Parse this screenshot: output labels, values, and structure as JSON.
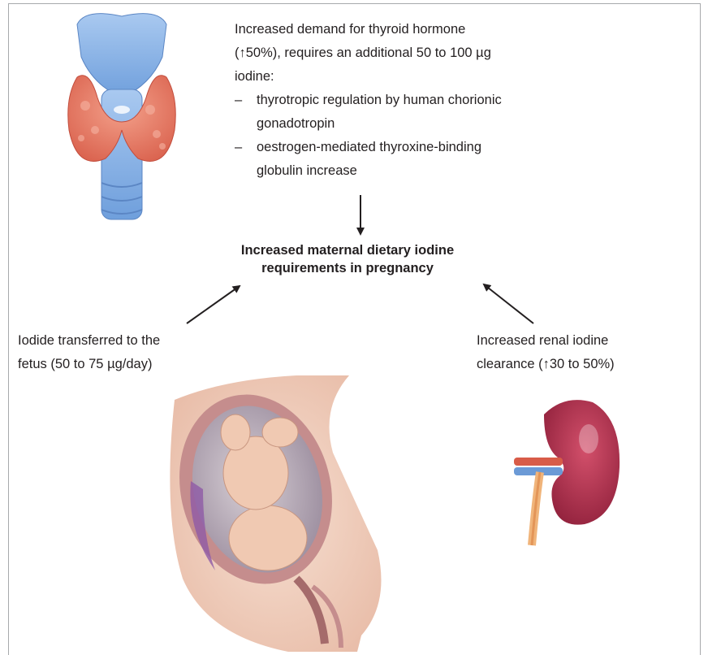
{
  "top_text": {
    "line1": "Increased demand for thyroid hormone",
    "line2": "(↑50%), requires an additional 50 to 100 µg",
    "line3": "iodine:",
    "bullets": [
      {
        "dash": "–",
        "line1": "thyrotropic regulation by human chorionic",
        "line2": "gonadotropin"
      },
      {
        "dash": "–",
        "line1": "oestrogen-mediated thyroxine-binding",
        "line2": "globulin increase"
      }
    ]
  },
  "center": {
    "line1": "Increased maternal dietary iodine",
    "line2": "requirements in pregnancy"
  },
  "left_text": {
    "line1": "Iodide transferred to the",
    "line2": "fetus (50 to 75 µg/day)"
  },
  "right_text": {
    "line1": "Increased renal iodine",
    "line2": "clearance (↑30 to 50%)"
  },
  "colors": {
    "thyroid": "#e27461",
    "larynx": "#8ab4e8",
    "kidney": "#b0304c",
    "uterus": "#c58d8d",
    "skin": "#f2d3c3",
    "arrow": "#231f20",
    "frame": "#a7a9ac"
  }
}
